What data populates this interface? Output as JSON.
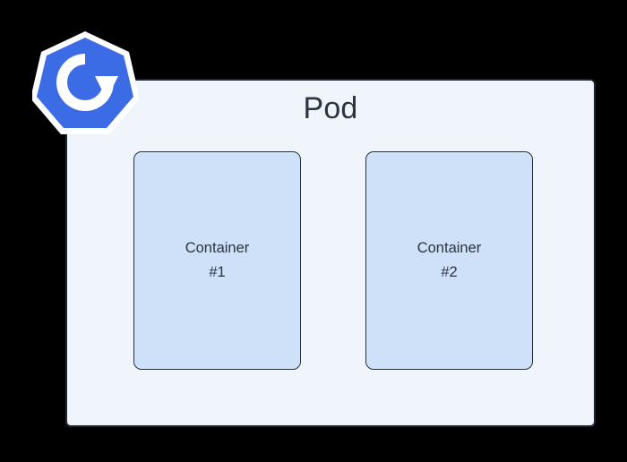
{
  "diagram": {
    "title": "Pod",
    "background_color": "#000000",
    "pod": {
      "label": "Pod",
      "fill_color": "#f0f5fc",
      "border_color": "#1d2733",
      "containers": [
        {
          "name": "Container",
          "index": "#1",
          "label": "Container\n#1",
          "fill_color": "#cfe1f8",
          "border_color": "#26323f"
        },
        {
          "name": "Container",
          "index": "#2",
          "label": "Container\n#2",
          "fill_color": "#cfe1f8",
          "border_color": "#26323f"
        }
      ]
    },
    "logo": {
      "icon_name": "restart-pod-logo-icon",
      "shape": "heptagon",
      "glyph": "circular-restart-arrow",
      "fill_color": "#3b6be5",
      "glyph_color": "#ffffff",
      "halo_color": "#ffffff"
    }
  }
}
